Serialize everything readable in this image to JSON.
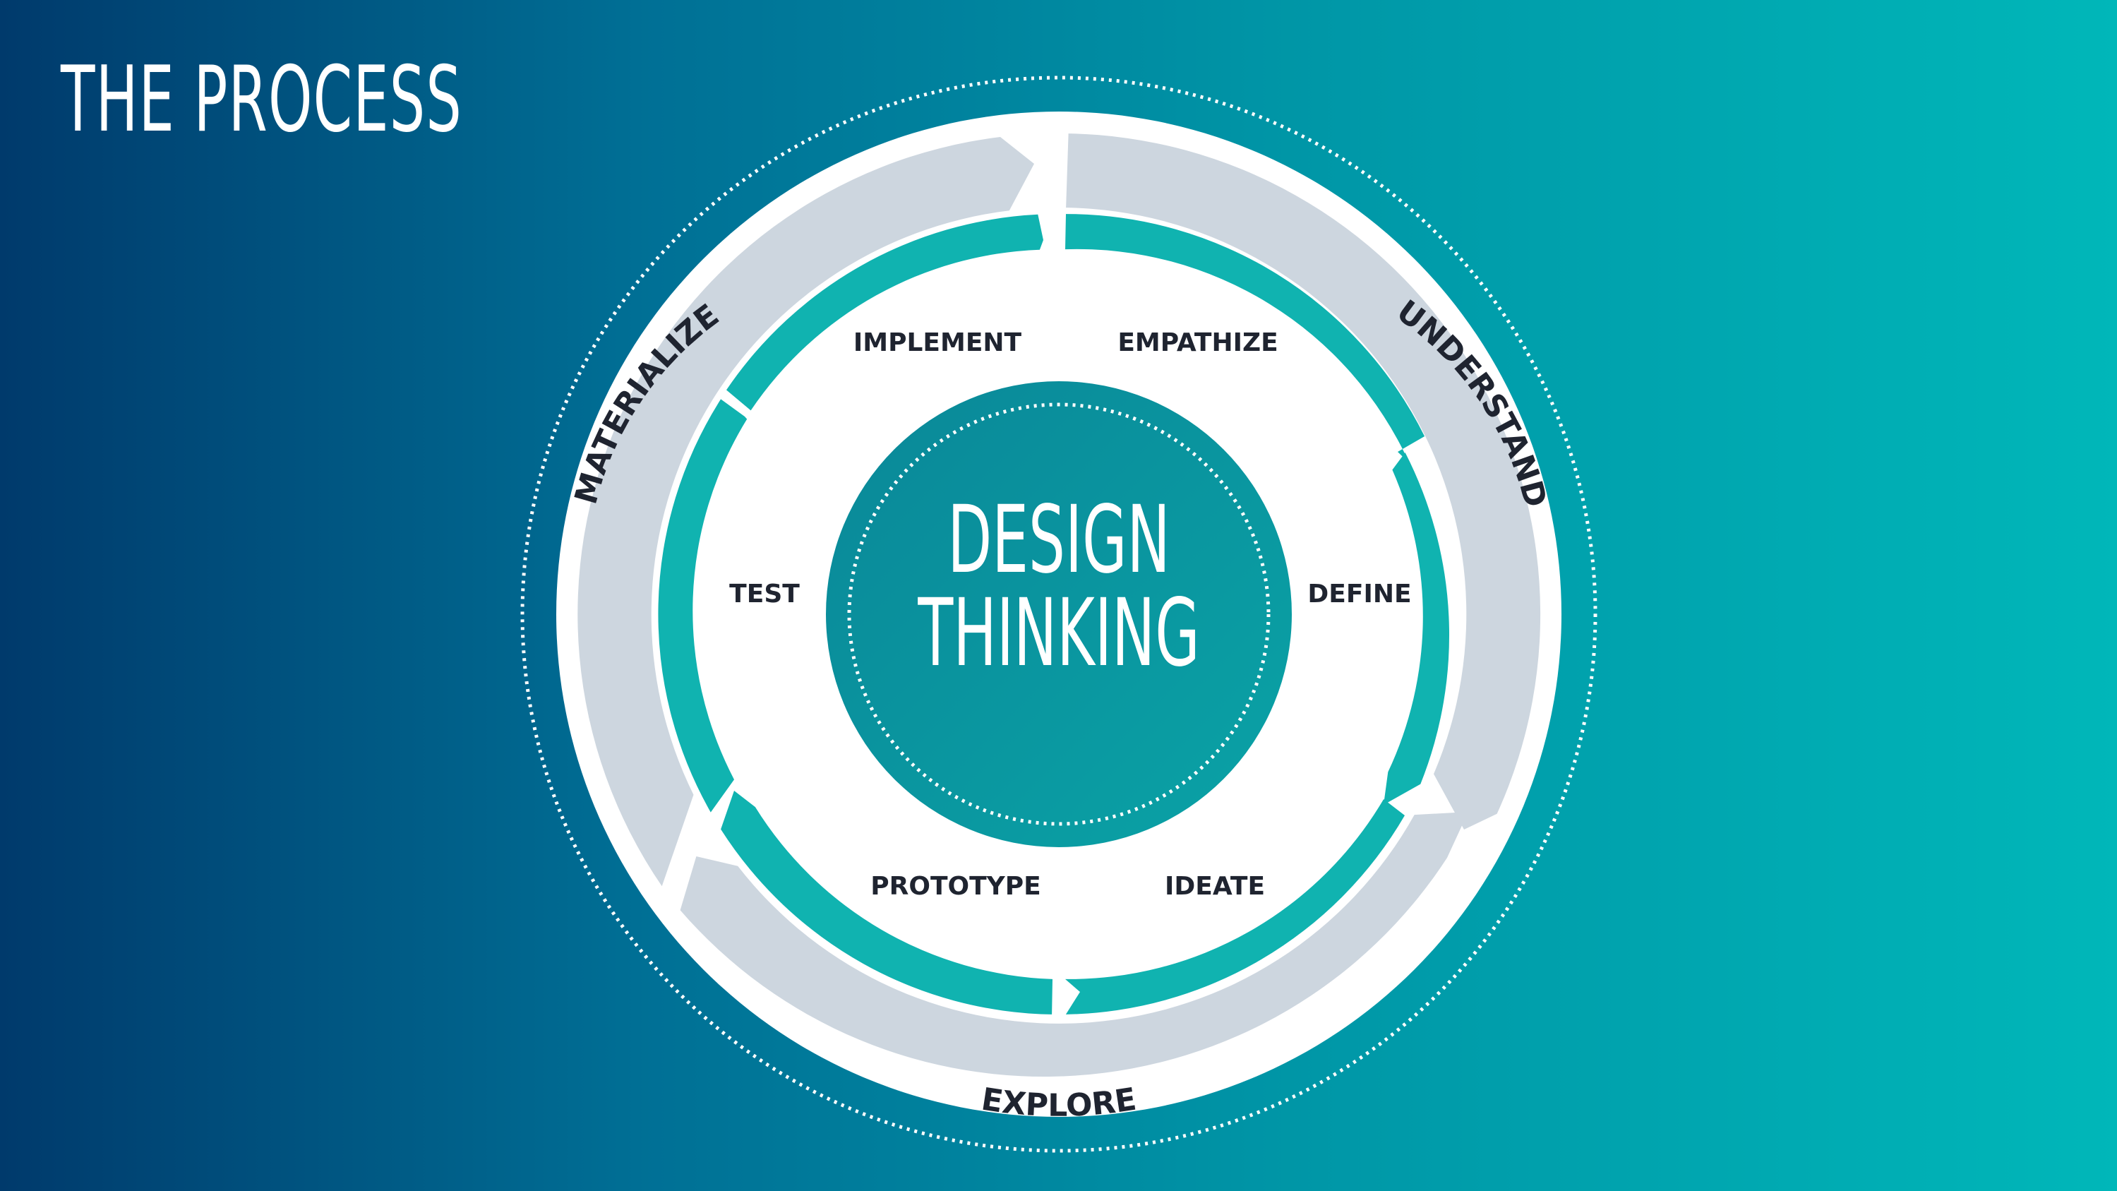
{
  "header": {
    "title": "THE PROCESS"
  },
  "center": {
    "line1": "DESIGN",
    "line2": "THINKING"
  },
  "stages": {
    "materialize": "MATERIALIZE",
    "understand": "UNDERSTAND",
    "explore": "EXPLORE"
  },
  "phases": {
    "implement": "IMPLEMENT",
    "empathize": "EMPATHIZE",
    "define": "DEFINE",
    "ideate": "IDEATE",
    "prototype": "PROTOTYPE",
    "test": "TEST"
  },
  "colors": {
    "ring_white": "#ffffff",
    "outer_arrows": "#cdd6df",
    "inner_arrows": "#10b3b0",
    "center_disc": "#0a93a0",
    "label_text": "#1f2430"
  }
}
